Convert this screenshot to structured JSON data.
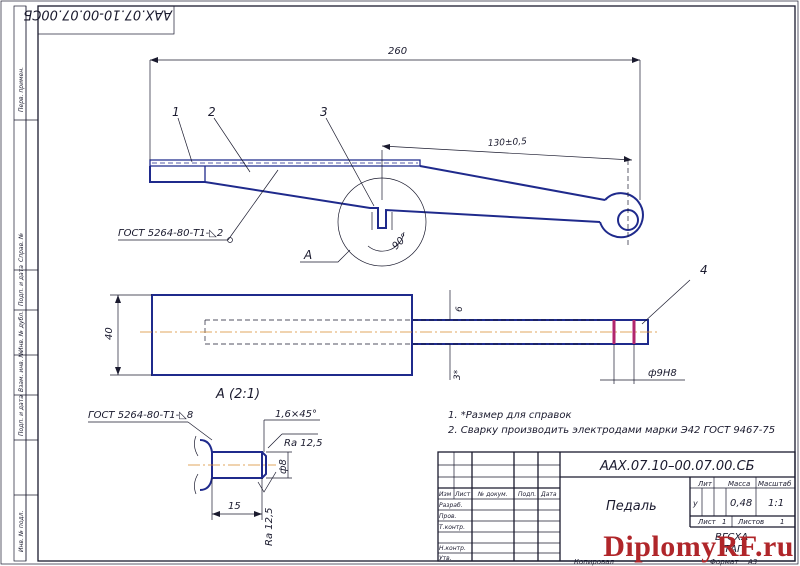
{
  "title_block": {
    "doc_code": "ААХ.07.10–00.07.00.СБ",
    "doc_code_rotated": "ААХ.07.10-00.07.00СБ",
    "part_name": "Педаль",
    "header_lit": "Лит",
    "header_mass": "Масса",
    "header_scale": "Масштаб",
    "lit_value": "у",
    "mass_value": "0,48",
    "scale_value": "1:1",
    "sheet_label": "Лист",
    "sheet_value": "1",
    "sheets_label": "Листов",
    "sheets_value": "1",
    "org_line1": "ВГСХА",
    "org_line2": "ТАП",
    "row_labels": [
      "Изм",
      "Лист",
      "№ докум.",
      "Подп.",
      "Дата"
    ],
    "left_labels": [
      "Разраб.",
      "Пров.",
      "Т.контр.",
      "",
      "Н.контр.",
      "Утв."
    ],
    "copied": "Копировал",
    "format_label": "Формат",
    "format_value": "А3"
  },
  "side_strip": [
    "Перв. примен.",
    "Справ. №",
    "Подп. и дата",
    "Инв. № дубл.",
    "Взам. инв. №",
    "Подп. и дата",
    "Инв. № подл."
  ],
  "dimensions": {
    "total_length": "260",
    "hole_distance": "130±0,5",
    "angle": "90°",
    "width": "40",
    "thickness": "6",
    "thickness2": "3*",
    "hole_diameter": "ф9Н8",
    "detail_length": "15",
    "detail_diameter": "ф8",
    "chamfer": "1,6×45°",
    "roughness1": "Ra 12,5",
    "roughness2": "Ra 12,5"
  },
  "callouts": [
    "1",
    "2",
    "3",
    "4"
  ],
  "weld_symbol_top": "ГОСТ 5264-80-Т1-◺2",
  "weld_symbol_detail": "ГОСТ 5264-80-Т1-◺8",
  "view_label": "А",
  "detail_label": "А (2:1)",
  "notes": [
    "1.  *Размер для справок",
    "2.  Сварку производить электродами марки Э42 ГОСТ 9467-75"
  ],
  "watermark": "DiplomyRF.ru"
}
